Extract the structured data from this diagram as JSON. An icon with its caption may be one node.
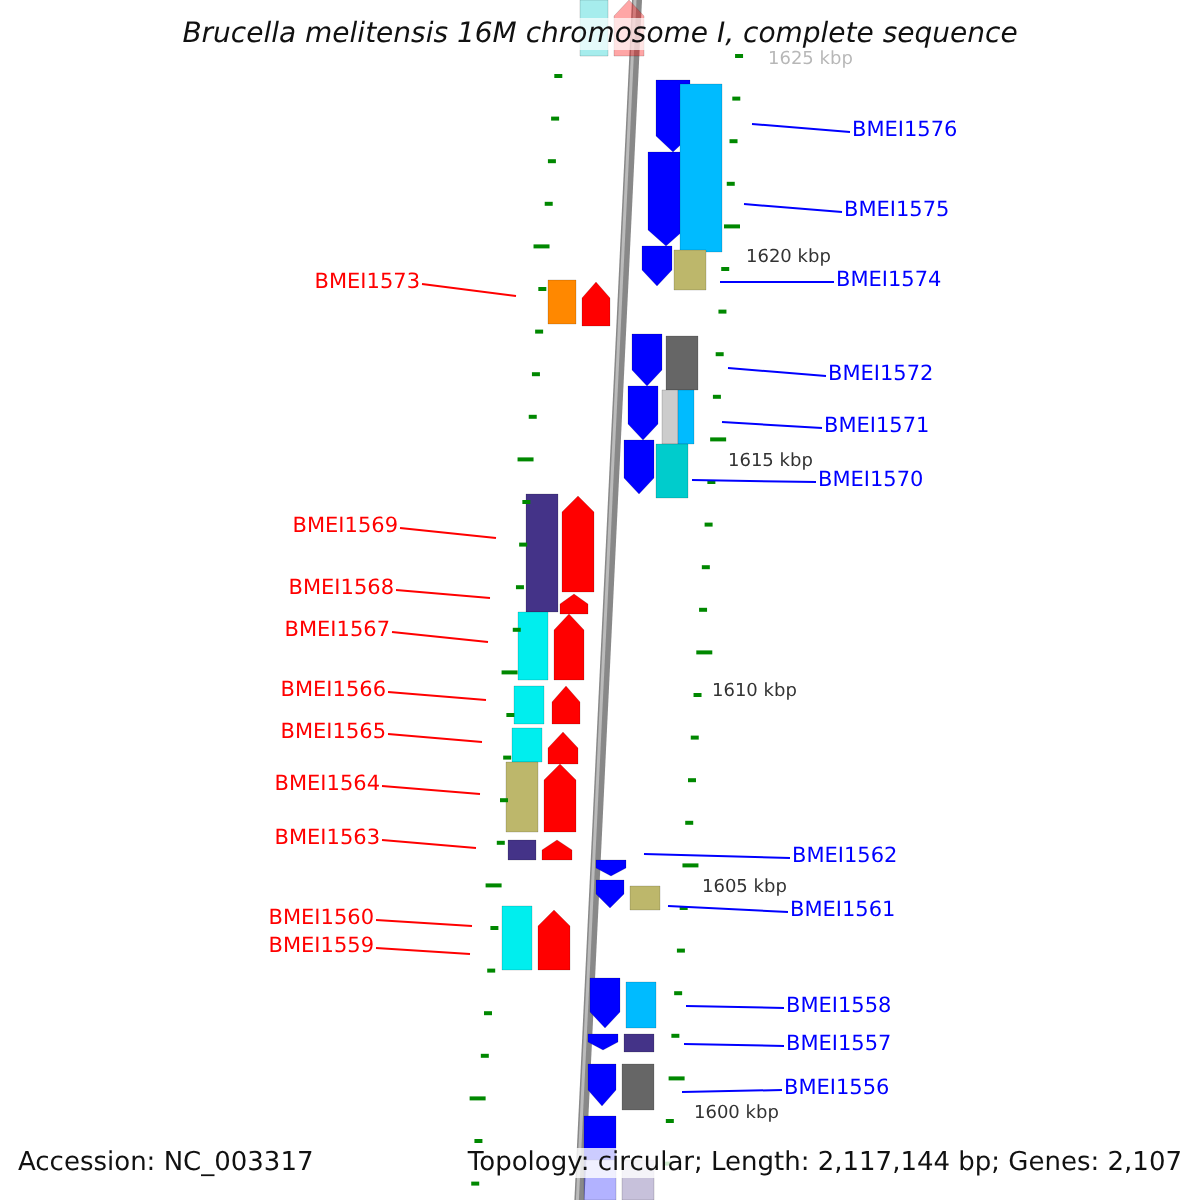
{
  "diagram": {
    "title": "Brucella melitensis 16M chromosome I, complete sequence",
    "nodes": [
      {
        "text": [
          "BMEI1576"
        ]
      },
      {
        "text": [
          "BMEI1575"
        ]
      },
      {
        "text": [
          "BMEI1574"
        ]
      },
      {
        "text": [
          "BMEI1573"
        ]
      },
      {
        "text": [
          "BMEI1572"
        ]
      },
      {
        "text": [
          "BMEI1571"
        ]
      },
      {
        "text": [
          "BMEI1570"
        ]
      },
      {
        "text": [
          "BMEI1569"
        ]
      },
      {
        "text": [
          "BMEI1568"
        ]
      },
      {
        "text": [
          "BMEI1567"
        ]
      },
      {
        "text": [
          "BMEI1566"
        ]
      },
      {
        "text": [
          "BMEI1565"
        ]
      },
      {
        "text": [
          "BMEI1564"
        ]
      },
      {
        "text": [
          "BMEI1563"
        ]
      },
      {
        "text": [
          "BMEI1562"
        ]
      },
      {
        "text": [
          "BMEI1561"
        ]
      },
      {
        "text": [
          "BMEI1560"
        ]
      },
      {
        "text": [
          "BMEI1559"
        ]
      },
      {
        "text": [
          "BMEI1558"
        ]
      },
      {
        "text": [
          "BMEI1557"
        ]
      },
      {
        "text": [
          "BMEI1556"
        ]
      }
    ],
    "edges": [
      {
        "from": 0,
        "to": null,
        "arrow": "none"
      },
      {
        "from": 1,
        "to": null,
        "arrow": "none"
      },
      {
        "from": 2,
        "to": null,
        "arrow": "none"
      },
      {
        "from": 3,
        "to": null,
        "arrow": "none",
        "color": "#ff0000"
      },
      {
        "from": 4,
        "to": null,
        "arrow": "none"
      },
      {
        "from": 5,
        "to": null,
        "arrow": "none"
      },
      {
        "from": 6,
        "to": null,
        "arrow": "none"
      },
      {
        "from": 7,
        "to": null,
        "arrow": "none",
        "color": "#ff0000"
      },
      {
        "from": 8,
        "to": null,
        "arrow": "none",
        "color": "#ff0000"
      },
      {
        "from": 9,
        "to": null,
        "arrow": "none",
        "color": "#ff0000"
      },
      {
        "from": 10,
        "to": null,
        "arrow": "none",
        "color": "#ff0000"
      },
      {
        "from": 11,
        "to": null,
        "arrow": "none",
        "color": "#ff0000"
      },
      {
        "from": 12,
        "to": null,
        "arrow": "none",
        "color": "#ff0000"
      },
      {
        "from": 13,
        "to": null,
        "arrow": "none",
        "color": "#ff0000"
      },
      {
        "from": 14,
        "to": null,
        "arrow": "none"
      },
      {
        "from": 15,
        "to": null,
        "arrow": "none"
      },
      {
        "from": 16,
        "to": null,
        "arrow": "none",
        "color": "#ff0000"
      },
      {
        "from": 17,
        "to": null,
        "arrow": "none",
        "color": "#ff0000"
      },
      {
        "from": 18,
        "to": null,
        "arrow": "none"
      },
      {
        "from": 19,
        "to": null,
        "arrow": "none"
      },
      {
        "from": 20,
        "to": null,
        "arrow": "none"
      }
    ],
    "labels": [
      "1625 kbp",
      "1620 kbp",
      "1615 kbp",
      "1610 kbp",
      "1605 kbp",
      "1600 kbp",
      "Accession: NC_003317",
      "Topology: circular; Length: 2,117,144 bp; Genes: 2,107"
    ]
  }
}
